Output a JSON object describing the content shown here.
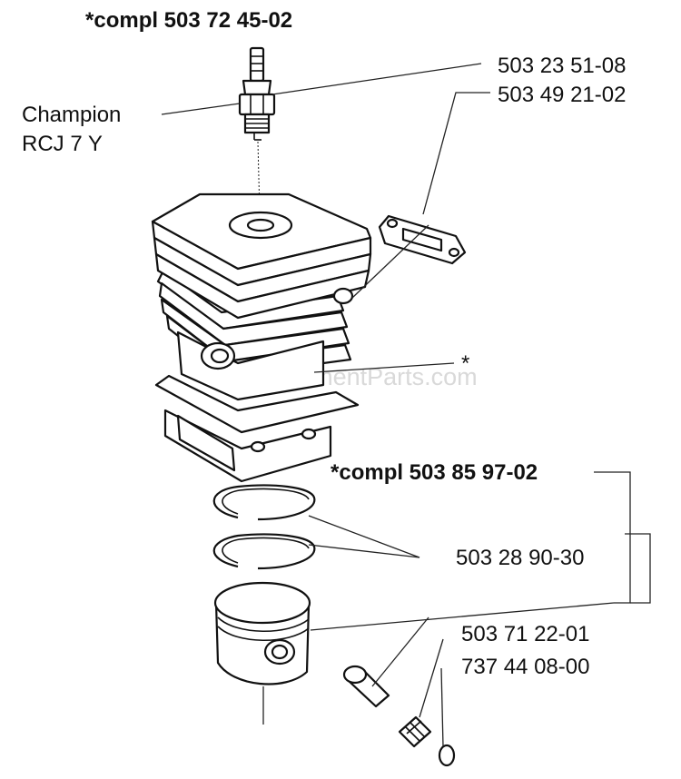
{
  "diagram": {
    "assembly_top": "*compl 503 72 45-02",
    "spark_plug_brand": "Champion",
    "spark_plug_model": "RCJ 7 Y",
    "spark_plug_part": "503 23 51-08",
    "gasket_part": "503 49 21-02",
    "cylinder_marker": "*",
    "assembly_piston": "*compl 503 85 97-02",
    "piston_ring_part": "503 28 90-30",
    "piston_pin_part": "503 71 22-01",
    "circlip_part": "737 44 08-00",
    "watermark": "eReplacementParts.com"
  },
  "colors": {
    "line": "#222222",
    "text": "#111111",
    "watermark": "#d9d9d9",
    "background": "#ffffff"
  }
}
